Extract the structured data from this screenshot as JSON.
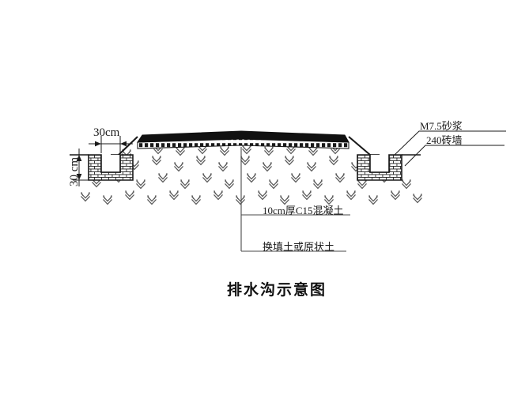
{
  "diagram": {
    "title": "排水沟示意图",
    "background_color": "#ffffff",
    "line_color": "#1a1a1a",
    "fill_black": "#111111",
    "hatch_color": "#555555"
  },
  "dimensions": {
    "ditch_width_label": "30cm",
    "ditch_depth_label": "30 cm"
  },
  "callouts": {
    "mortar": "M7.5砂浆",
    "brick_wall": "240砖墙",
    "concrete_base": "10cm厚C15混凝土",
    "subgrade": "换填土或原状土"
  },
  "legend_notes": {
    "surface_layer": "asphalt-surface-band",
    "gravel_layer": "gravel-base-course",
    "soil_symbol": "fill-soil-chevron"
  },
  "chart_data": {
    "type": "diagram",
    "title": "排水沟示意图",
    "description": "Road cross-section with side drainage ditches",
    "annotations": [
      {
        "label": "30cm",
        "meaning": "ditch inner width"
      },
      {
        "label": "30 cm",
        "meaning": "ditch depth"
      },
      {
        "label": "M7.5砂浆",
        "meaning": "M7.5 mortar"
      },
      {
        "label": "240砖墙",
        "meaning": "240mm brick wall"
      },
      {
        "label": "10cm厚C15混凝土",
        "meaning": "10cm thick C15 concrete"
      },
      {
        "label": "换填土或原状土",
        "meaning": "replaced fill or undisturbed soil"
      }
    ]
  }
}
